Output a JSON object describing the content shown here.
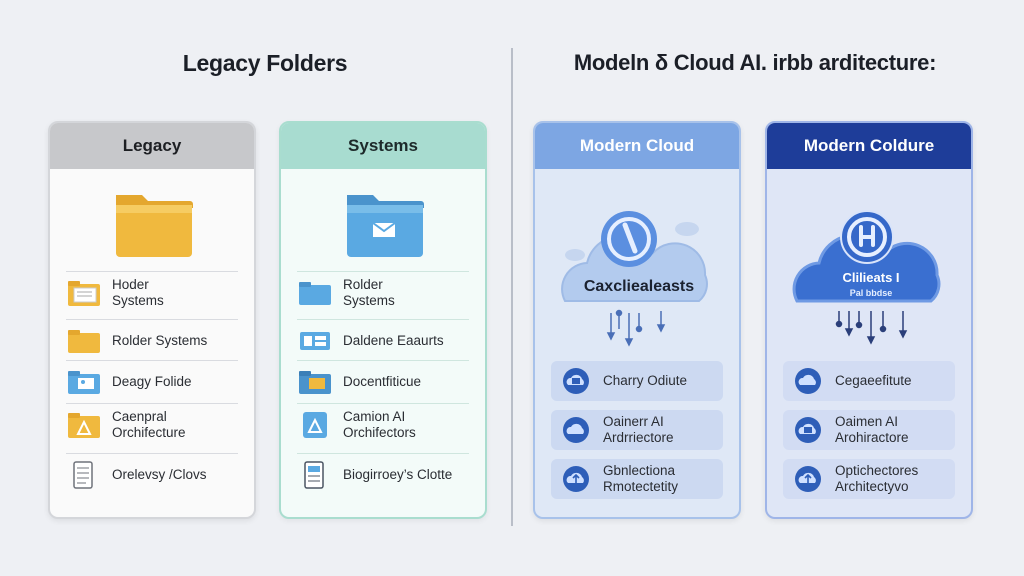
{
  "titles": {
    "left": "Legacy Folders",
    "right": "Modeln δ Cloud AI. irbb arditecture:"
  },
  "panels": {
    "legacy": {
      "header": "Legacy",
      "items": [
        {
          "label": "Hoder\nSystems",
          "icon": "folder-doc-icon"
        },
        {
          "label": "Rolder Systems",
          "icon": "folder-icon"
        },
        {
          "label": "Deagy Folide",
          "icon": "folder-image-icon"
        },
        {
          "label": "Caenpral\nOrchifecture",
          "icon": "folder-triangle-icon"
        },
        {
          "label": "Orelevsy /Clovs",
          "icon": "document-icon"
        }
      ]
    },
    "systems": {
      "header": "Systems",
      "items": [
        {
          "label": "Rolder\nSystems",
          "icon": "folder-icon"
        },
        {
          "label": "Daldene Eaaurts",
          "icon": "network-icon"
        },
        {
          "label": "Docentfiticue",
          "icon": "folder-image-icon"
        },
        {
          "label": "Camion AI\nOrchifectors",
          "icon": "triangle-doc-icon"
        },
        {
          "label": "Biogirroey’s Clotte",
          "icon": "document-icon"
        }
      ]
    },
    "cloud": {
      "header": "Modern Cloud",
      "cloud_text": "Caxcliealeasts",
      "items": [
        {
          "label": "Charry Odiute",
          "icon": "cloud-app-icon"
        },
        {
          "label": "Oainerr AI\nArdrriectore",
          "icon": "cloud-app-icon"
        },
        {
          "label": "Gbnlectiona\nRmotectetity",
          "icon": "cloud-upload-icon"
        }
      ]
    },
    "culture": {
      "header": "Modern Coldure",
      "cloud_text": "Clilieats I",
      "cloud_subtext": "Pal bbdse",
      "items": [
        {
          "label": "Cegaeefitute",
          "icon": "cloud-app-icon"
        },
        {
          "label": "Oaimen AI\nArohiractore",
          "icon": "cloud-app-icon"
        },
        {
          "label": "Optichectores\nArchitectyvo",
          "icon": "cloud-upload-icon"
        }
      ]
    }
  },
  "colors": {
    "folder_yellow": "#f0b93e",
    "folder_blue": "#5aa9e2",
    "cloud_light": "#a9c6ee",
    "cloud_dark": "#3568c9",
    "header_navy": "#1e3d99"
  }
}
